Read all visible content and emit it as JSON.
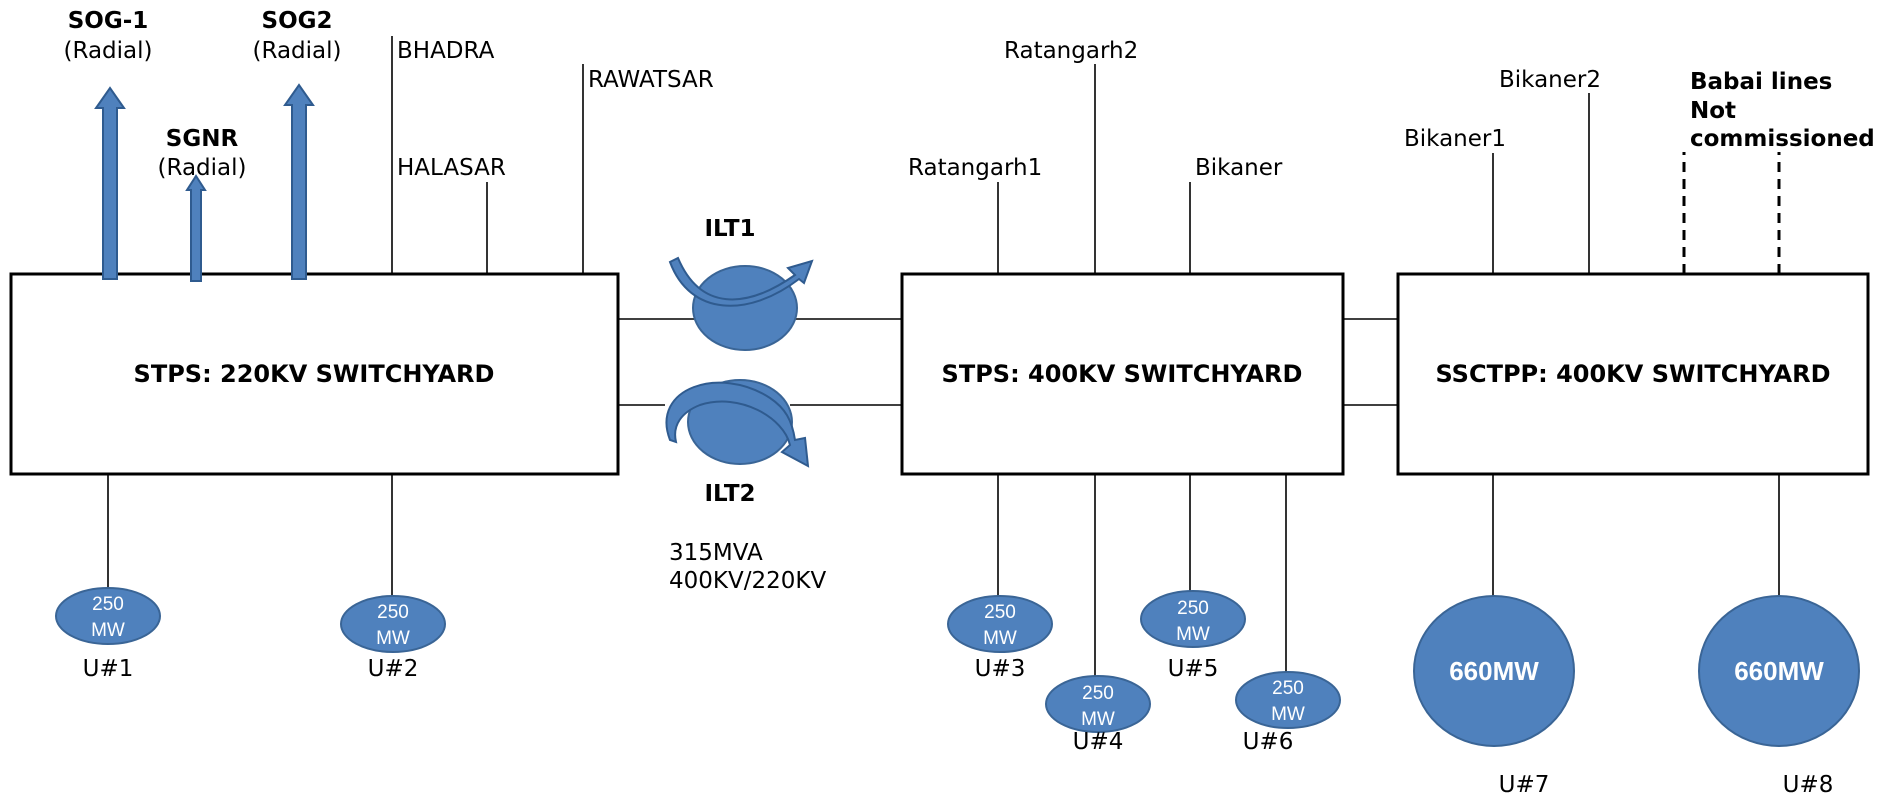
{
  "colors": {
    "generator_fill": "#4f81bd",
    "arrow_fill": "#4f81bd",
    "line": "#000000"
  },
  "switchyards": {
    "stps_220": "STPS: 220KV SWITCHYARD",
    "stps_400": "STPS: 400KV SWITCHYARD",
    "ssctpp_400": "SSCTPP: 400KV SWITCHYARD"
  },
  "radial_lines": {
    "sog1": {
      "name": "SOG-1",
      "note": "(Radial)"
    },
    "sgnr": {
      "name": "SGNR",
      "note": "(Radial)"
    },
    "sog2": {
      "name": "SOG2",
      "note": "(Radial)"
    }
  },
  "feeders_220": {
    "bhadra": "BHADRA",
    "halasar": "HALASAR",
    "rawatsar": "RAWATSAR"
  },
  "feeders_400": {
    "ratangarh1": "Ratangarh1",
    "ratangarh2": "Ratangarh2",
    "bikaner": "Bikaner"
  },
  "feeders_ssctpp": {
    "bikaner1": "Bikaner1",
    "bikaner2": "Bikaner2",
    "babai_line1": "Babai lines",
    "babai_line2": "Not",
    "babai_line3": "commissioned"
  },
  "transformers": {
    "ilt1": "ILT1",
    "ilt2": "ILT2",
    "rating_line1": "315MVA",
    "rating_line2": "400KV/220KV"
  },
  "units": {
    "u1": {
      "cap1": "250",
      "cap2": "MW",
      "label": "U#1"
    },
    "u2": {
      "cap1": "250",
      "cap2": "MW",
      "label": "U#2"
    },
    "u3": {
      "cap1": "250",
      "cap2": "MW",
      "label": "U#3"
    },
    "u4": {
      "cap1": "250",
      "cap2": "MW",
      "label": "U#4"
    },
    "u5": {
      "cap1": "250",
      "cap2": "MW",
      "label": "U#5"
    },
    "u6": {
      "cap1": "250",
      "cap2": "MW",
      "label": "U#6"
    },
    "u7": {
      "cap": "660MW",
      "label": "U#7"
    },
    "u8": {
      "cap": "660MW",
      "label": "U#8"
    }
  }
}
